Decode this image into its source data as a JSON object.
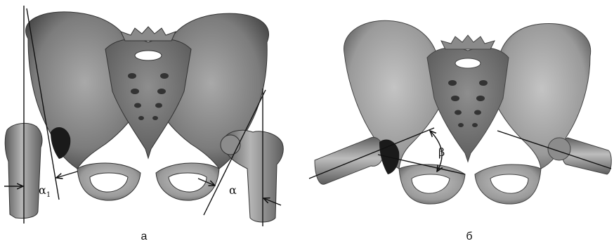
{
  "panels": [
    {
      "caption": "а",
      "angles": [
        {
          "symbol": "α",
          "subscript": "1"
        },
        {
          "symbol": "α",
          "subscript": ""
        }
      ]
    },
    {
      "caption": "б",
      "angles": [
        {
          "symbol": "β",
          "subscript": ""
        }
      ]
    }
  ],
  "colors": {
    "bone": "#7f7f7f",
    "bone_light": "#a8a8a8",
    "bone_dark": "#3c3c3c",
    "cartilage": "#1a1a1a",
    "line": "#111111"
  }
}
